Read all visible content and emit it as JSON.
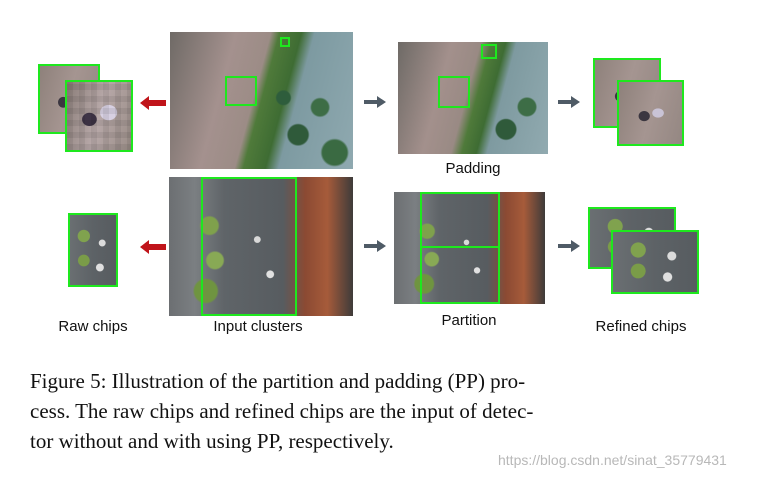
{
  "labels": {
    "raw_chips": "Raw chips",
    "input_clusters": "Input clusters",
    "padding": "Padding",
    "partition": "Partition",
    "refined_chips": "Refined chips"
  },
  "caption": {
    "line1": "Figure 5: Illustration of the partition and padding (PP) pro-",
    "line2": "cess. The raw chips and refined chips are the input of detec-",
    "line3": "tor without and with using PP, respectively."
  },
  "watermark": "https://blog.csdn.net/sinat_35779431",
  "colors": {
    "box_green": "#1ee81e",
    "arrow_red": "#c0141a",
    "arrow_gray": "#4f5b66"
  }
}
